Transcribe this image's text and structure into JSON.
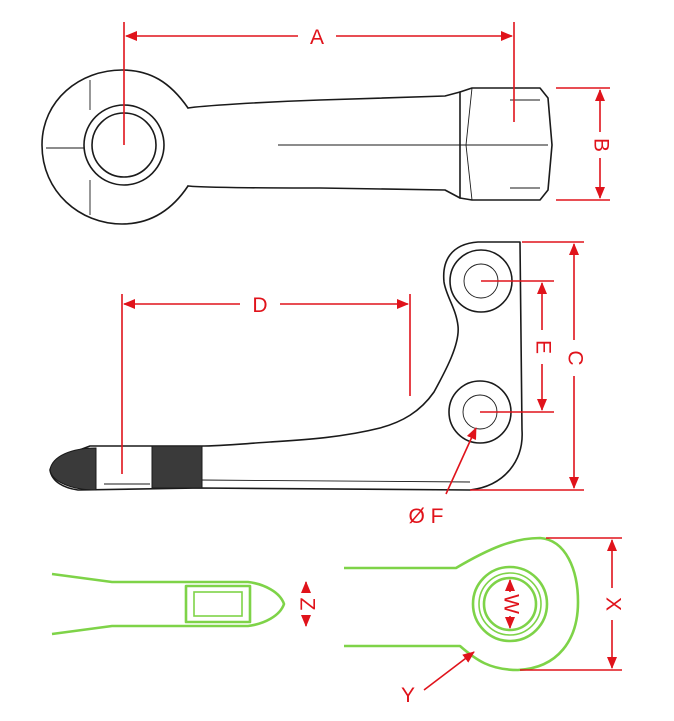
{
  "labels": {
    "a": "A",
    "b": "B",
    "c": "C",
    "d": "D",
    "e": "E",
    "f": "Ø F",
    "w": "W",
    "x": "X",
    "y": "Y",
    "z": "Z"
  },
  "colors": {
    "dimension": "#e0131b",
    "detail_outline": "#7ed348",
    "part_outline": "#1a1a1a"
  }
}
